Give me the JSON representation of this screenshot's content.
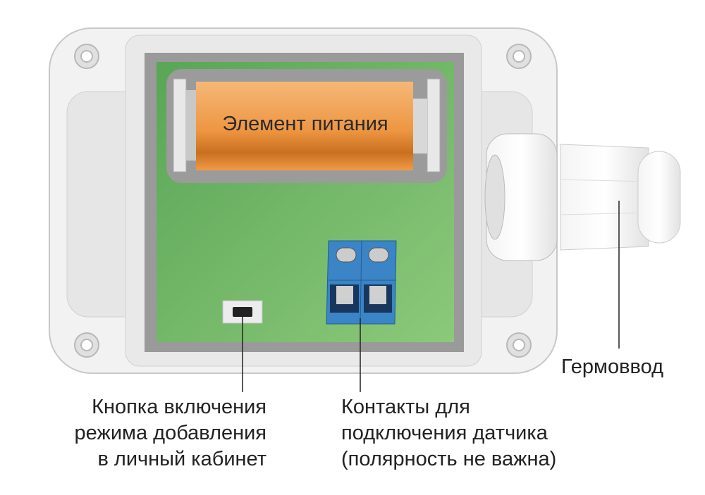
{
  "battery": {
    "label": "Элемент питания"
  },
  "labels": {
    "gland": "Гермоввод",
    "button": [
      "Кнопка включения",
      "режима добавления",
      "в личный кабинет"
    ],
    "contacts": [
      "Контакты для",
      "подключения датчика",
      "(полярность не важна)"
    ]
  },
  "colors": {
    "board": "#72b566",
    "battery": "#ee9a45",
    "terminal": "#3b84c6",
    "enclosure": "#eeeeee"
  }
}
